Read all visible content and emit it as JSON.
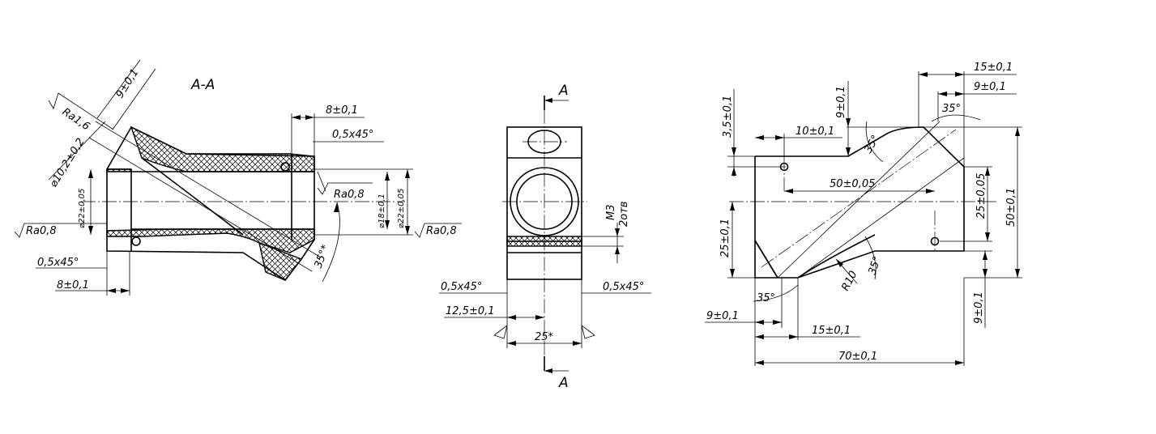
{
  "section_label": "A-A",
  "section_view": {
    "dim_top_angle": "9±0,1",
    "ra_top": "Ra1,6",
    "dia_bore": "⌀10,2±0,2",
    "dia_22_left": "⌀22±0,05",
    "ra_left": "Ra0,8",
    "chamfer_left": "0,5x45°",
    "len_left": "8±0,1",
    "len_right": "8±0,1",
    "chamfer_right": "0,5x45°",
    "ra_inner": "Ra0,8",
    "dia_18": "⌀18±0,1",
    "dia_22_right": "⌀22±0,05",
    "ra_right": "Ra0,8",
    "angle": "35°*"
  },
  "front_view": {
    "section_mark_top": "A",
    "section_mark_bottom": "A",
    "thread": "M3",
    "thread_holes": "2отв",
    "chamfer_left": "0,5x45°",
    "chamfer_right": "0,5x45°",
    "half_width": "12,5±0,1",
    "width": "25*"
  },
  "side_view": {
    "dim_15_top": "15±0,1",
    "dim_9_top": "9±0,1",
    "angle_top": "35°",
    "dim_9_vert": "9±0,1",
    "dim_3_5": "3,5±0,1",
    "dim_10": "10±0,1",
    "angle_mid": "35°",
    "dim_50_horiz": "50±0,05",
    "dim_25_right": "25±0,05",
    "dim_50_vert": "50±0,1",
    "dim_25_left": "25±0,1",
    "radius": "R10",
    "angle_lower": "35°",
    "angle_bottom": "35°",
    "dim_9_bottom": "9±0,1",
    "dim_15_bottom": "15±0,1",
    "dim_9_right": "9±0,1",
    "dim_70": "70±0,1"
  }
}
